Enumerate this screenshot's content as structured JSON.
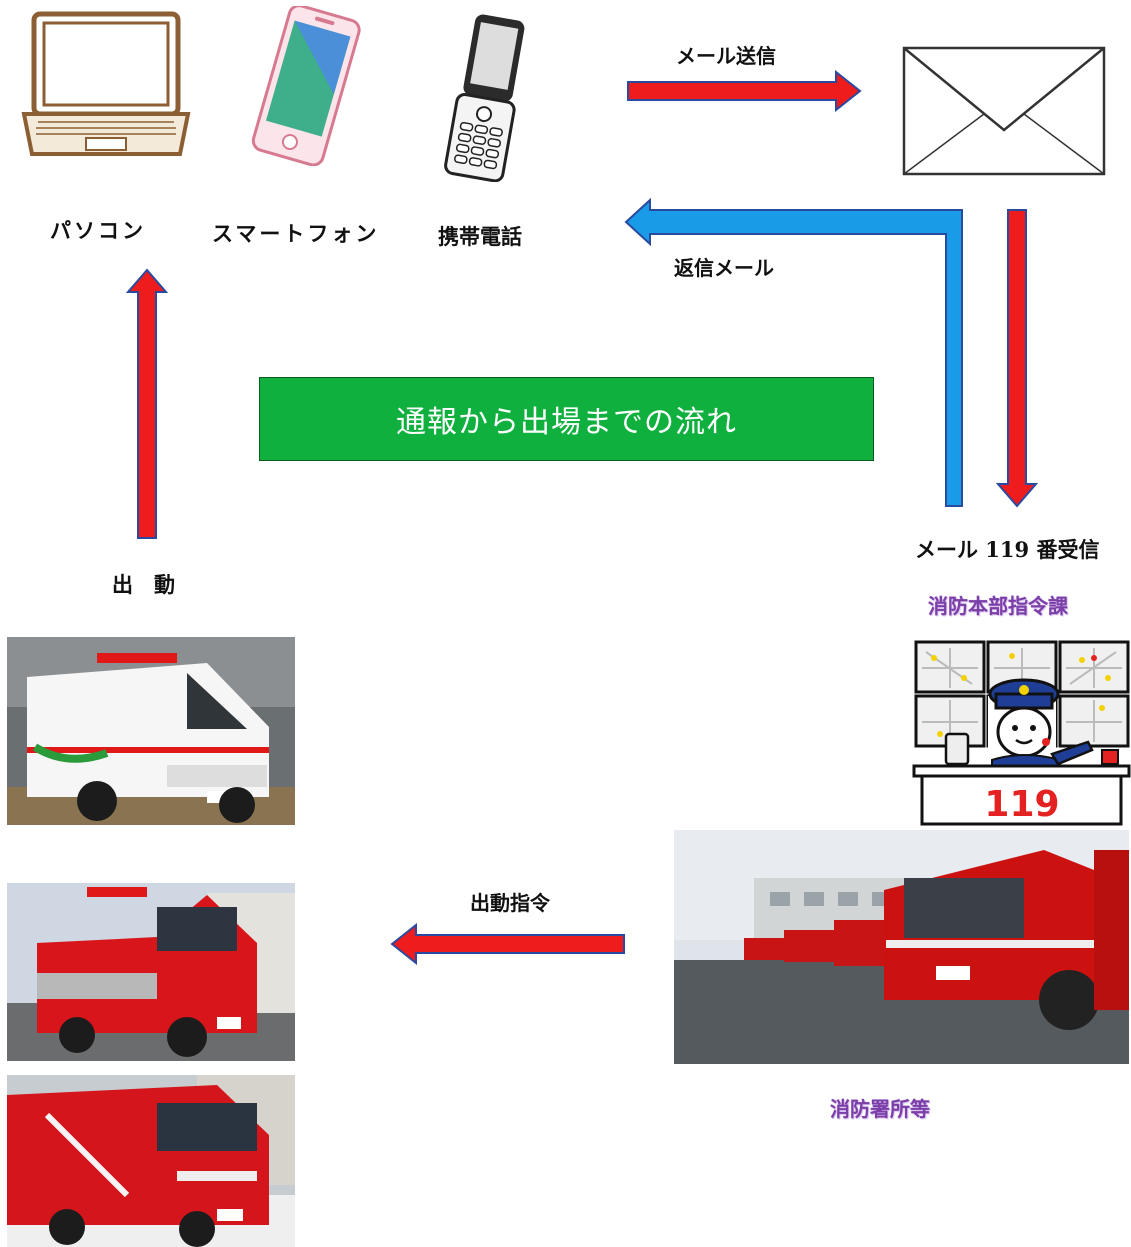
{
  "devices": {
    "pc_label": "パソコン",
    "smartphone_label": "スマートフォン",
    "mobile_label": "携帯電話"
  },
  "flow": {
    "send_label": "メール送信",
    "reply_label": "返信メール",
    "receive_label": "メール 119 番受信",
    "dispatch_center_label": "消防本部指令課",
    "dispatch_order_label": "出動指令",
    "station_label": "消防署所等",
    "deploy_label": "出　動"
  },
  "title": "通報から出場までの流れ",
  "center_panel_number": "119",
  "colors": {
    "red_arrow": "#ee1c1c",
    "blue_arrow": "#1a9be8",
    "title_green": "#10b03f",
    "label_purple": "#7b3fa8"
  }
}
